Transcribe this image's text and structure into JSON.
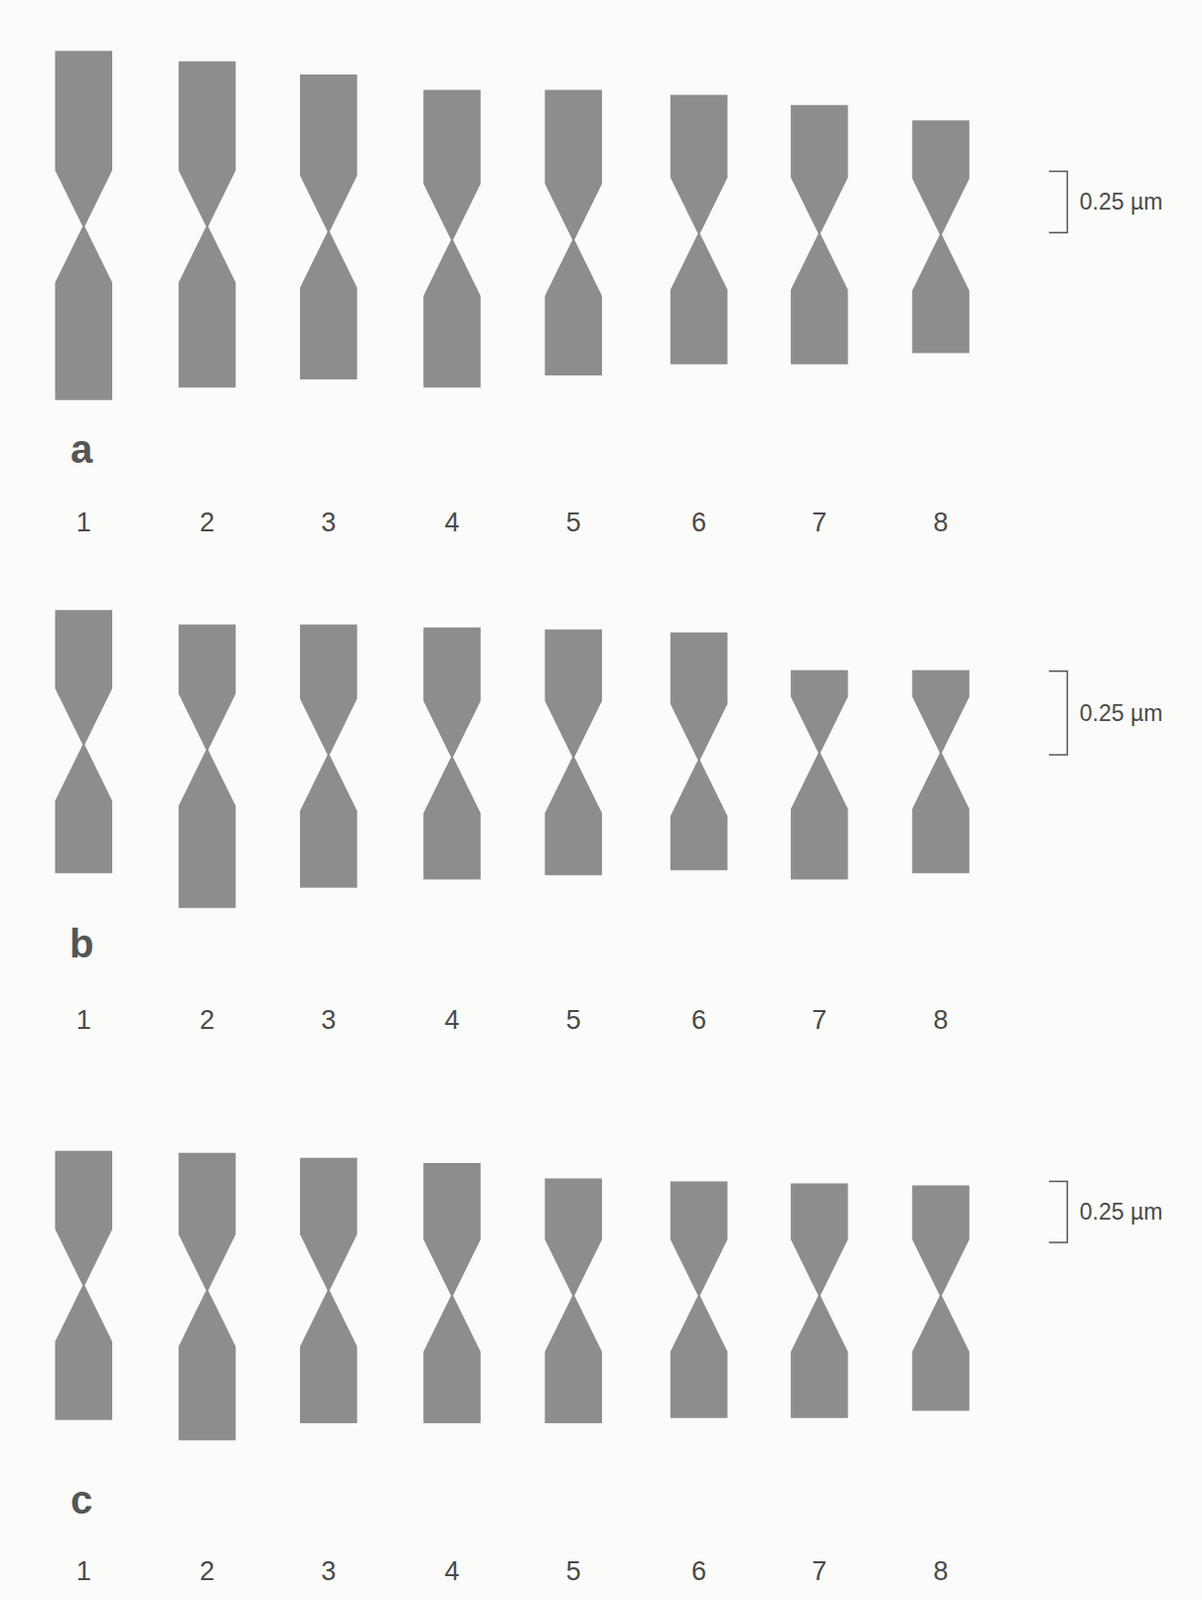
{
  "diagram": {
    "labels": [
      "a",
      "1",
      "2",
      "3",
      "4",
      "5",
      "6",
      "7",
      "8",
      "0.25 µm",
      "b",
      "1",
      "2",
      "3",
      "4",
      "5",
      "6",
      "7",
      "8",
      "0.25 µm",
      "c",
      "1",
      "2",
      "3",
      "4",
      "5",
      "6",
      "7",
      "8",
      "0.25 µm"
    ]
  }
}
